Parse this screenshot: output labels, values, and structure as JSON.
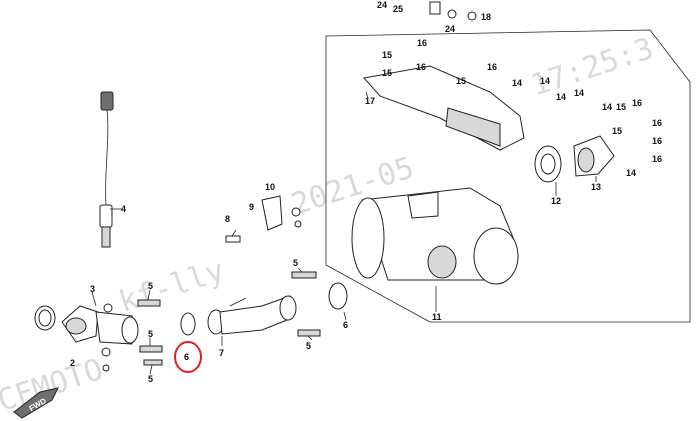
{
  "watermark": {
    "line1": "CFMOTO",
    "line2": "kf-lly",
    "line3": "2021-05",
    "line4": "17:25:3"
  },
  "fwd_label": "FWD",
  "highlight_color": "#e0201c",
  "callouts": {
    "c2": "2",
    "c3": "3",
    "c4": "4",
    "c5a": "5",
    "c5b": "5",
    "c5c": "5",
    "c5d": "5",
    "c5e": "5",
    "c6a": "6",
    "c6b": "6",
    "c7": "7",
    "c8": "8",
    "c9": "9",
    "c10": "10",
    "c11": "11",
    "c12": "12",
    "c13": "13",
    "c14a": "14",
    "c14b": "14",
    "c14c": "14",
    "c14d": "14",
    "c14e": "14",
    "c15a": "15",
    "c15b": "15",
    "c15c": "15",
    "c15d": "15",
    "c15e": "15",
    "c16a": "16",
    "c16b": "16",
    "c16c": "16",
    "c16d": "16",
    "c16e": "16",
    "c16f": "16",
    "c16g": "16",
    "c17": "17",
    "c18": "18",
    "c24a": "24",
    "c24b": "24",
    "c25": "25"
  }
}
